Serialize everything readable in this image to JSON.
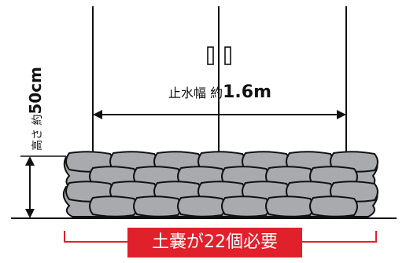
{
  "labels": {
    "width_prefix": "止水幅 約",
    "width_value": "1.6m",
    "height_prefix": "高さ 約",
    "height_value": "50cm",
    "result": "土嚢が22個必要"
  },
  "colors": {
    "sandbag_fill": "#a9aaad",
    "outline": "#111111",
    "accent": "#e0202a"
  },
  "sandbags": {
    "total_count": 22
  }
}
